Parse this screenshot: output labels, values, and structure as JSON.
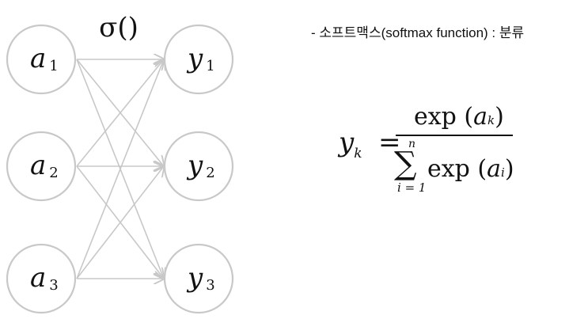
{
  "activation_label": "σ()",
  "inputs": [
    {
      "base": "a",
      "sub": "1"
    },
    {
      "base": "a",
      "sub": "2"
    },
    {
      "base": "a",
      "sub": "3"
    }
  ],
  "outputs": [
    {
      "base": "y",
      "sub": "1"
    },
    {
      "base": "y",
      "sub": "2"
    },
    {
      "base": "y",
      "sub": "3"
    }
  ],
  "title": "- 소프트맥스(softmax function) : 분류",
  "formula": {
    "lhs": "y",
    "lhs_sub": "k",
    "equals": "=",
    "num_func": "exp",
    "num_var": "a",
    "num_sub": "k",
    "sum_symbol": "∑",
    "sum_upper": "n",
    "sum_lower": "i = 1",
    "den_func": "exp",
    "den_var": "a",
    "den_sub": "i"
  },
  "colors": {
    "node_stroke": "#c8c8c8",
    "edge": "#c8c8c8",
    "text": "#111111"
  }
}
